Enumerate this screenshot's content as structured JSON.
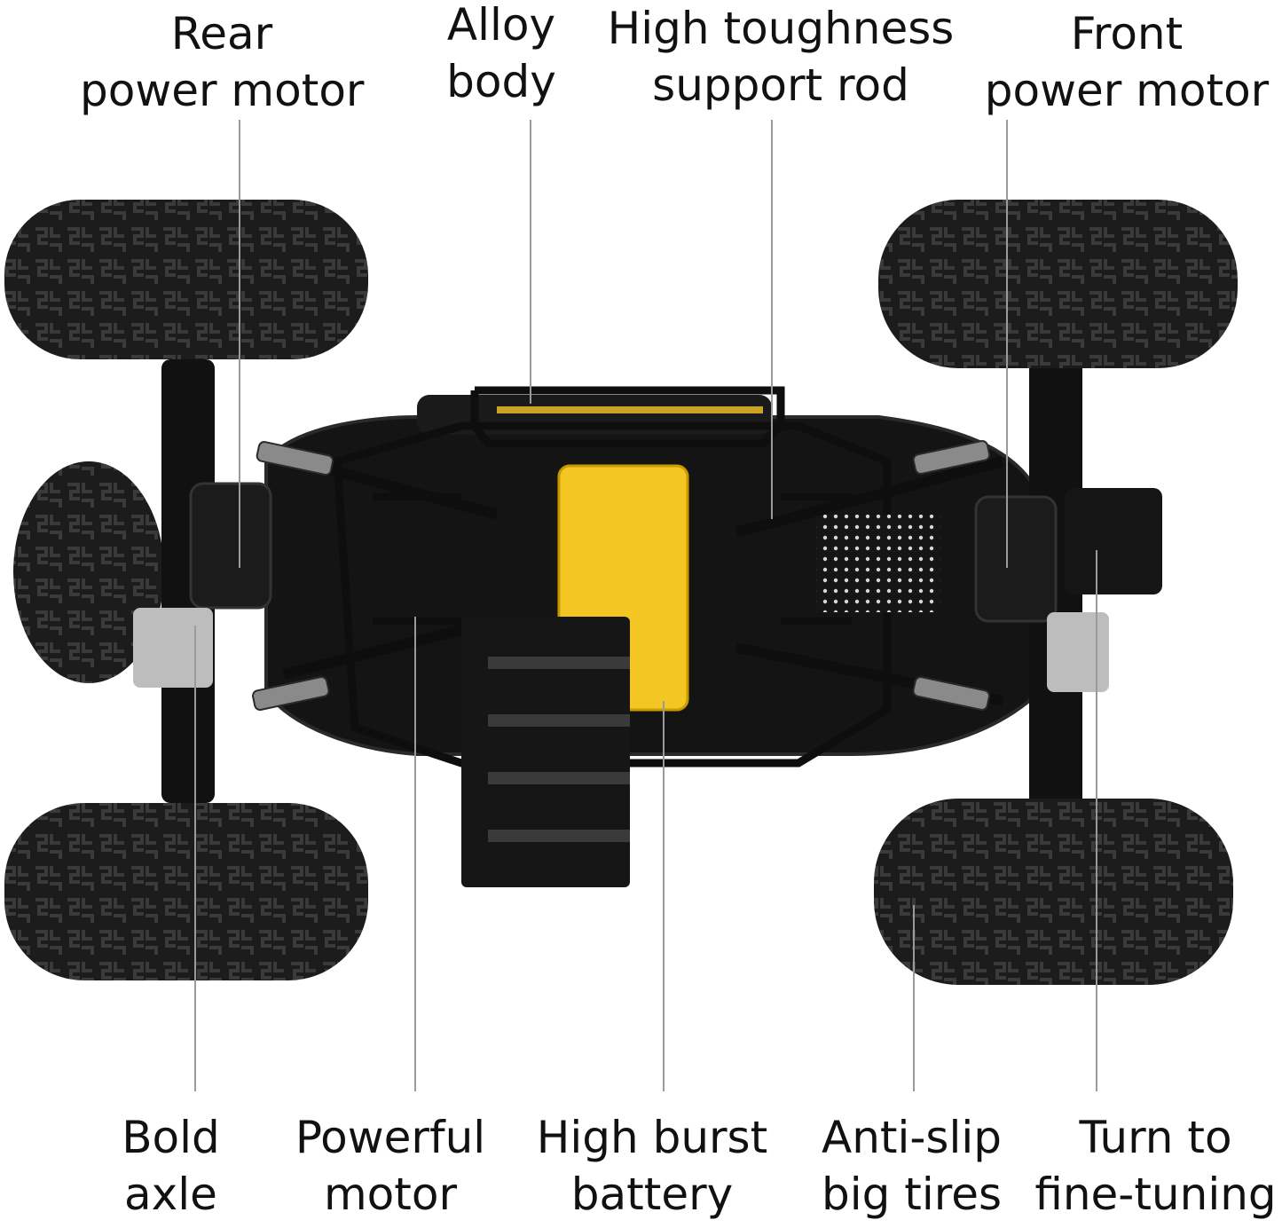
{
  "top_labels": [
    {
      "line1": "Rear",
      "line2": "power motor"
    },
    {
      "line1": "Alloy",
      "line2": "body"
    },
    {
      "line1": "High toughness",
      "line2": "support rod"
    },
    {
      "line1": "Front",
      "line2": "power motor"
    }
  ],
  "bottom_labels": [
    {
      "line1": "Bold",
      "line2": "axle"
    },
    {
      "line1": "Powerful",
      "line2": "motor"
    },
    {
      "line1": "High burst",
      "line2": "battery"
    },
    {
      "line1": "Anti-slip",
      "line2": "big tires"
    },
    {
      "line1": "Turn to",
      "line2": "fine-tuning"
    }
  ],
  "colors": {
    "tire": "#1c1c1c",
    "tread": "#3a3a3a",
    "chassis": "#141414",
    "frame": "#0e0e0e",
    "battery": "#f4c623",
    "accent_gold": "#c9a227",
    "leader_line": "#9a9a9a"
  }
}
